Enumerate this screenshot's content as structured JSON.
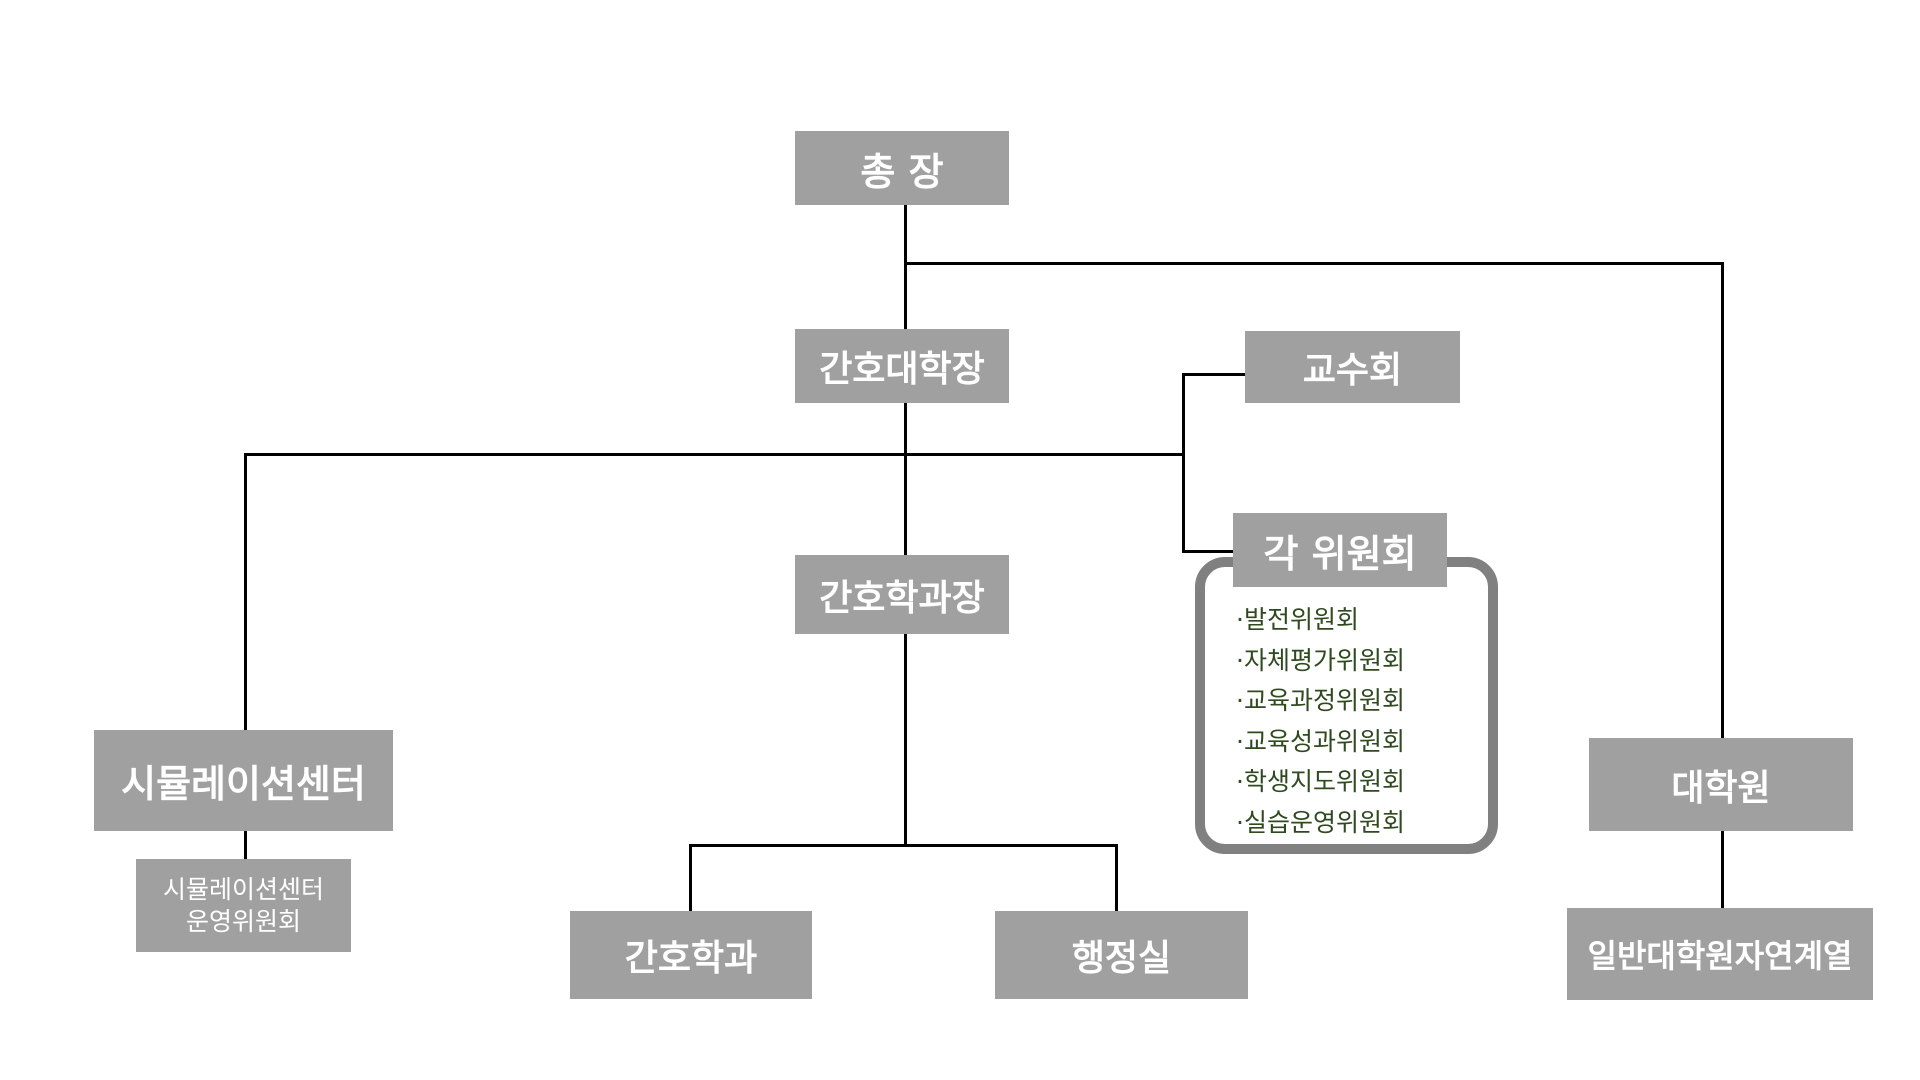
{
  "president": "총 장",
  "dean": "간호대학장",
  "faculty_council": "교수회",
  "committees": {
    "title": "각 위원회",
    "items": [
      "·발전위원회",
      "·자체평가위원회",
      "·교육과정위원회",
      "·교육성과위원회",
      "·학생지도위원회",
      "·실습운영위원회"
    ]
  },
  "department_head": "간호학과장",
  "nursing_department": "간호학과",
  "admin_office": "행정실",
  "simulation_center": "시뮬레이션센터",
  "simulation_committee": [
    "시뮬레이션센터",
    "운영위원회"
  ],
  "graduate_school": "대학원",
  "graduate_division": "일반대학원자연계열"
}
